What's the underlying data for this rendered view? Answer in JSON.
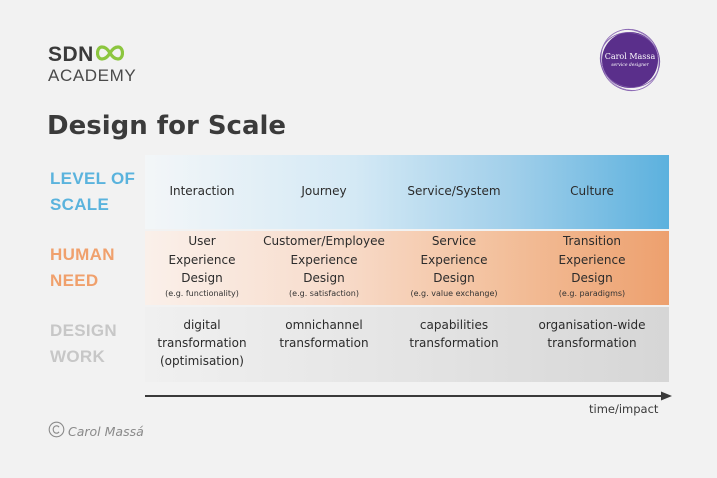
{
  "brand": {
    "sdn": "SDN",
    "academy": "ACADEMY"
  },
  "badge": {
    "name": "Carol Massa",
    "subtitle": "service designer"
  },
  "title": "Design for Scale",
  "rows": {
    "scale": {
      "label_line1": "LEVEL OF",
      "label_line2": "SCALE"
    },
    "need": {
      "label_line1": "HUMAN",
      "label_line2": "NEED"
    },
    "work": {
      "label_line1": "DESIGN",
      "label_line2": "WORK"
    }
  },
  "columns": [
    {
      "scale": "Interaction",
      "need": {
        "l1": "User",
        "l2": "Experience",
        "l3": "Design",
        "example": "(e.g. functionality)"
      },
      "work": {
        "l1": "digital",
        "l2": "transformation",
        "l3": "(optimisation)"
      }
    },
    {
      "scale": "Journey",
      "need": {
        "l1": "Customer/Employee",
        "l2": "Experience",
        "l3": "Design",
        "example": "(e.g. satisfaction)"
      },
      "work": {
        "l1": "omnichannel",
        "l2": "transformation",
        "l3": ""
      }
    },
    {
      "scale": "Service/System",
      "need": {
        "l1": "Service",
        "l2": "Experience",
        "l3": "Design",
        "example": "(e.g. value exchange)"
      },
      "work": {
        "l1": "capabilities",
        "l2": "transformation",
        "l3": ""
      }
    },
    {
      "scale": "Culture",
      "need": {
        "l1": "Transition",
        "l2": "Experience",
        "l3": "Design",
        "example": "(e.g. paradigms)"
      },
      "work": {
        "l1": "organisation-wide",
        "l2": "transformation",
        "l3": ""
      }
    }
  ],
  "axis_label": "time/impact",
  "copyright": {
    "symbol": "©",
    "text": "Carol Massá"
  },
  "colors": {
    "scale_accent": "#5ab3dd",
    "need_accent": "#f0a06c",
    "work_accent": "#c7c7c7",
    "badge_purple": "#5a2f8b",
    "brand_green": "#8cc63f"
  }
}
